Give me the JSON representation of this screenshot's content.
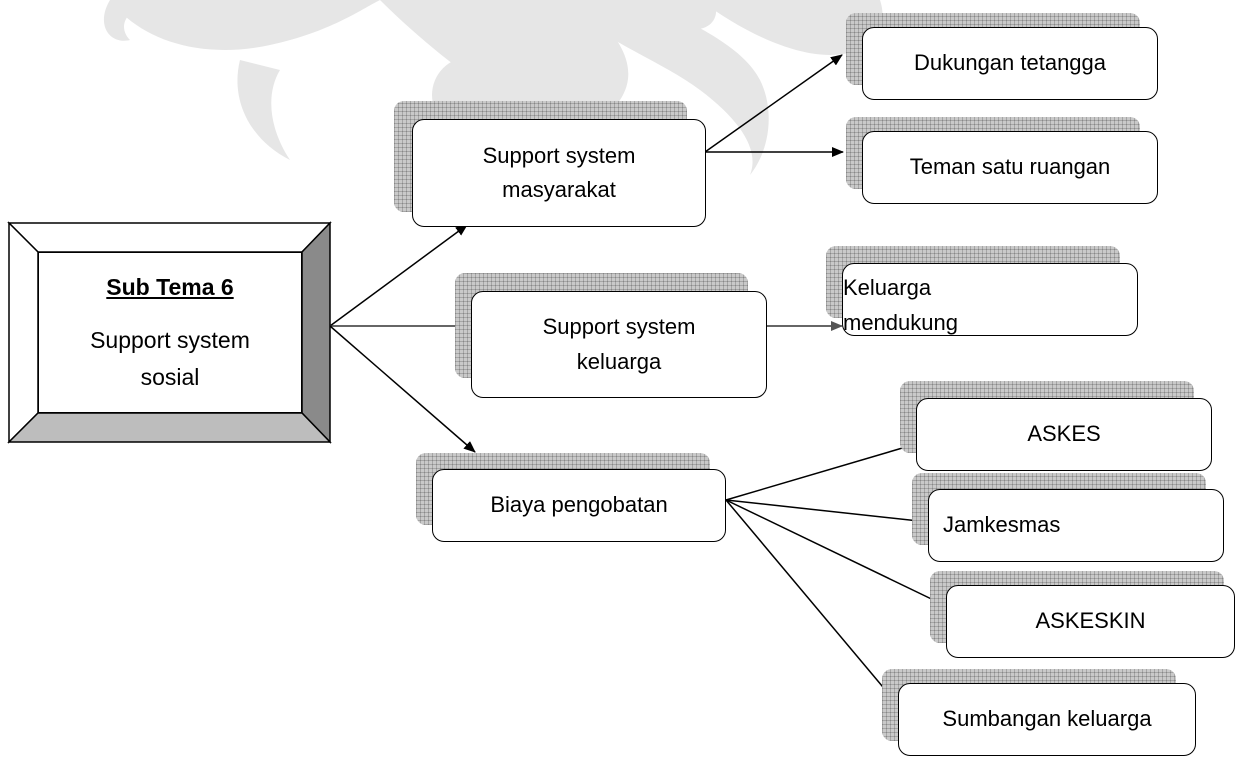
{
  "diagram": {
    "root": {
      "title": "Sub Tema 6",
      "line1": "Support system",
      "line2": "sosial"
    },
    "branches": [
      {
        "line1": "Support system",
        "line2": "masyarakat",
        "children": [
          "Dukungan tetangga",
          "Teman satu ruangan"
        ]
      },
      {
        "line1": "Support system",
        "line2": "keluarga",
        "children_multi": [
          {
            "line1": "Keluarga",
            "line2": "mendukung"
          }
        ]
      },
      {
        "label": "Biaya pengobatan",
        "children": [
          "ASKES",
          "Jamkesmas",
          "ASKESKIN",
          "Sumbangan keluarga"
        ]
      }
    ]
  }
}
